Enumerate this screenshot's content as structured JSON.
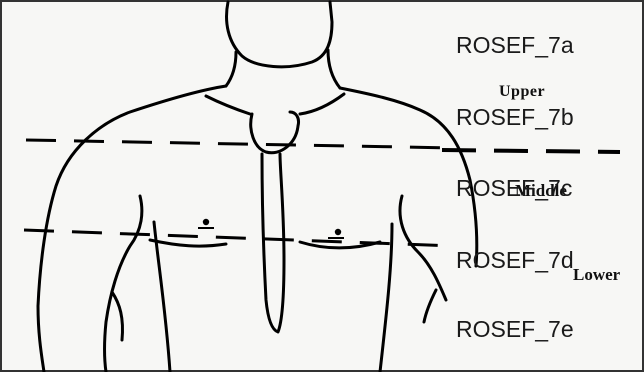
{
  "labels": {
    "a": "ROSEF_7a",
    "b": "ROSEF_7b",
    "c": "ROSEF_7c",
    "d": "ROSEF_7d",
    "e": "ROSEF_7e"
  },
  "regions": {
    "upper": "Upper",
    "middle": "Middle",
    "lower": "Lower"
  },
  "colors": {
    "background": "#f7f7f5",
    "line": "#000000",
    "text": "#1a1a1a"
  }
}
